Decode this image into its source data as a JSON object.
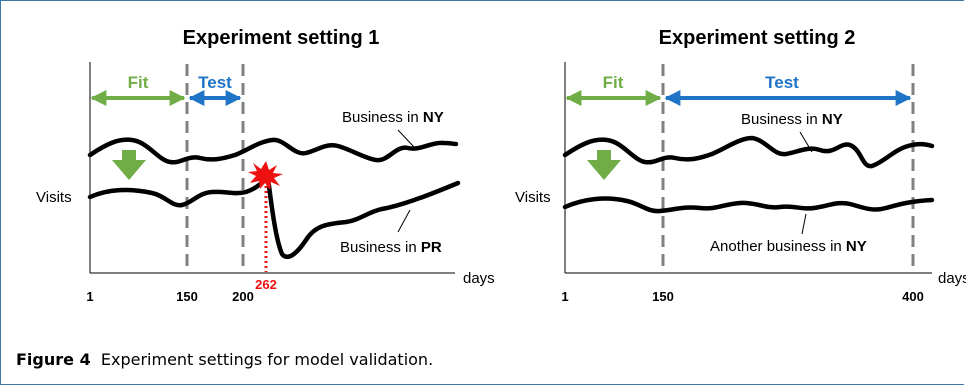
{
  "panels": [
    {
      "title": "Experiment setting 1",
      "y_label": "Visits",
      "x_unit": "days",
      "periods": {
        "fit": "Fit",
        "test": "Test"
      },
      "ticks": [
        "1",
        "150",
        "200"
      ],
      "event_tick": "262",
      "series": [
        {
          "prefix": "Business in ",
          "bold": "NY"
        },
        {
          "prefix": "Business in ",
          "bold": "PR"
        }
      ]
    },
    {
      "title": "Experiment setting 2",
      "y_label": "Visits",
      "x_unit": "days",
      "periods": {
        "fit": "Fit",
        "test": "Test"
      },
      "ticks": [
        "1",
        "150",
        "400"
      ],
      "series": [
        {
          "prefix": "Business in ",
          "bold": "NY"
        },
        {
          "prefix": "Another business in ",
          "bold": "NY"
        }
      ]
    }
  ],
  "caption": {
    "label": "Figure 4",
    "text": "Experiment settings for model validation."
  },
  "colors": {
    "fit": "#70ad47",
    "test": "#1f74c6",
    "event": "#ee1111",
    "divider": "#808080",
    "frame": "#3c78a8"
  }
}
